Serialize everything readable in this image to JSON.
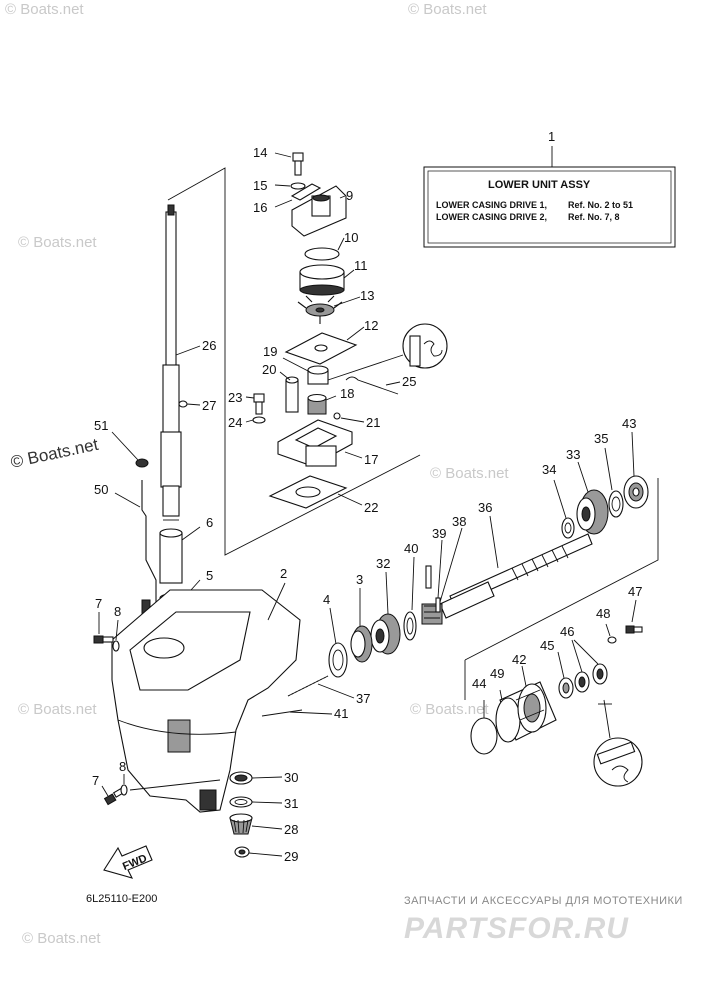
{
  "diagram": {
    "code": "6L25110-E200",
    "fwd_label": "FWD",
    "info_box": {
      "ref_number": "1",
      "title": "LOWER UNIT ASSY",
      "line1_name": "LOWER CASING DRIVE 1,",
      "line1_ref": "Ref. No. 2 to 51",
      "line2_name": "LOWER CASING DRIVE 2,",
      "line2_ref": "Ref. No. 7, 8"
    },
    "part_numbers": {
      "p2": "2",
      "p3": "3",
      "p4": "4",
      "p5": "5",
      "p6": "6",
      "p7a": "7",
      "p7b": "7",
      "p8a": "8",
      "p8b": "8",
      "p9": "9",
      "p10": "10",
      "p11": "11",
      "p12": "12",
      "p13": "13",
      "p14": "14",
      "p15": "15",
      "p16": "16",
      "p17": "17",
      "p18": "18",
      "p19": "19",
      "p20": "20",
      "p21": "21",
      "p22": "22",
      "p23": "23",
      "p24": "24",
      "p25": "25",
      "p26": "26",
      "p27": "27",
      "p28": "28",
      "p29": "29",
      "p30": "30",
      "p31": "31",
      "p32": "32",
      "p33": "33",
      "p34": "34",
      "p35": "35",
      "p36": "36",
      "p37": "37",
      "p38": "38",
      "p39": "39",
      "p40": "40",
      "p41": "41",
      "p42": "42",
      "p43": "43",
      "p44": "44",
      "p45": "45",
      "p46": "46",
      "p47": "47",
      "p48": "48",
      "p49": "49",
      "p50": "50",
      "p51": "51"
    }
  },
  "watermarks": {
    "boats_copy": "© Boats.net",
    "boats_main": "© Boats.net",
    "ru_tagline": "ЗАПЧАСТИ И АКСЕССУАРЫ ДЛЯ МОТОТЕХНИКИ",
    "ru_brand": "PARTSFOR.RU"
  },
  "colors": {
    "line": "#111111",
    "watermark_gray": "#c9c9c9",
    "brand_red": "#d9a3a3"
  }
}
